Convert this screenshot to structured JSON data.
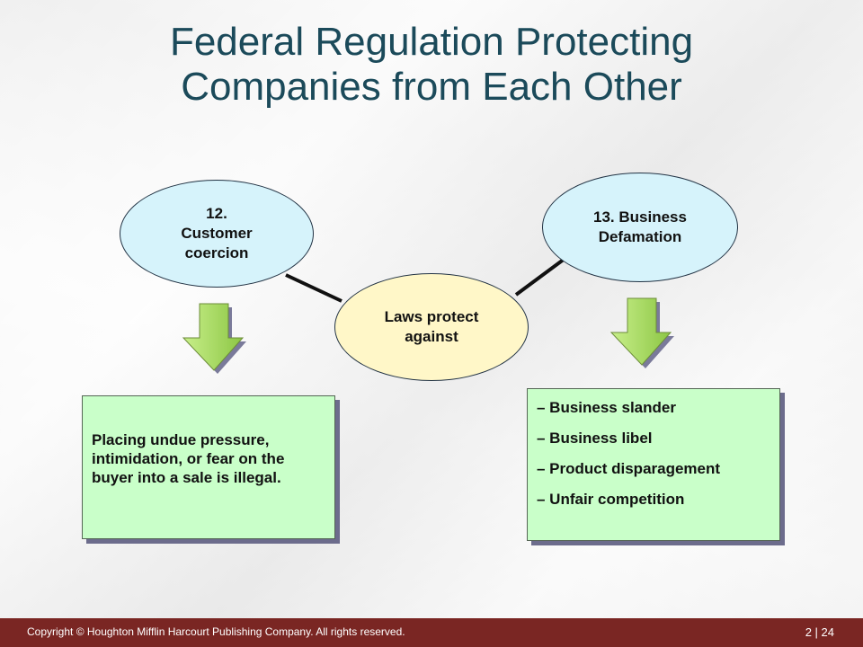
{
  "slide": {
    "title": "Federal Regulation Protecting Companies from Each Other"
  },
  "diagram": {
    "left_node": "12.\nCustomer\ncoercion",
    "right_node": "13. Business\nDefamation",
    "center_node": "Laws protect\nagainst",
    "left_box_text": "Placing undue pressure, intimidation, or fear on the buyer into a sale is illegal.",
    "right_box_items": [
      "– Business slander",
      "– Business libel",
      "– Product disparagement",
      "– Unfair competition"
    ]
  },
  "footer": {
    "copyright": "Copyright © Houghton Mifflin Harcourt Publishing Company. All rights reserved.",
    "page_number": "2 | 24"
  },
  "colors": {
    "title": "#1b4a5a",
    "ellipse_fill": "#d6f3fb",
    "center_fill": "#fff7c8",
    "box_fill": "#c9ffc9",
    "arrow_fill": "#a6d85a",
    "footer_bar": "#7a2623"
  }
}
